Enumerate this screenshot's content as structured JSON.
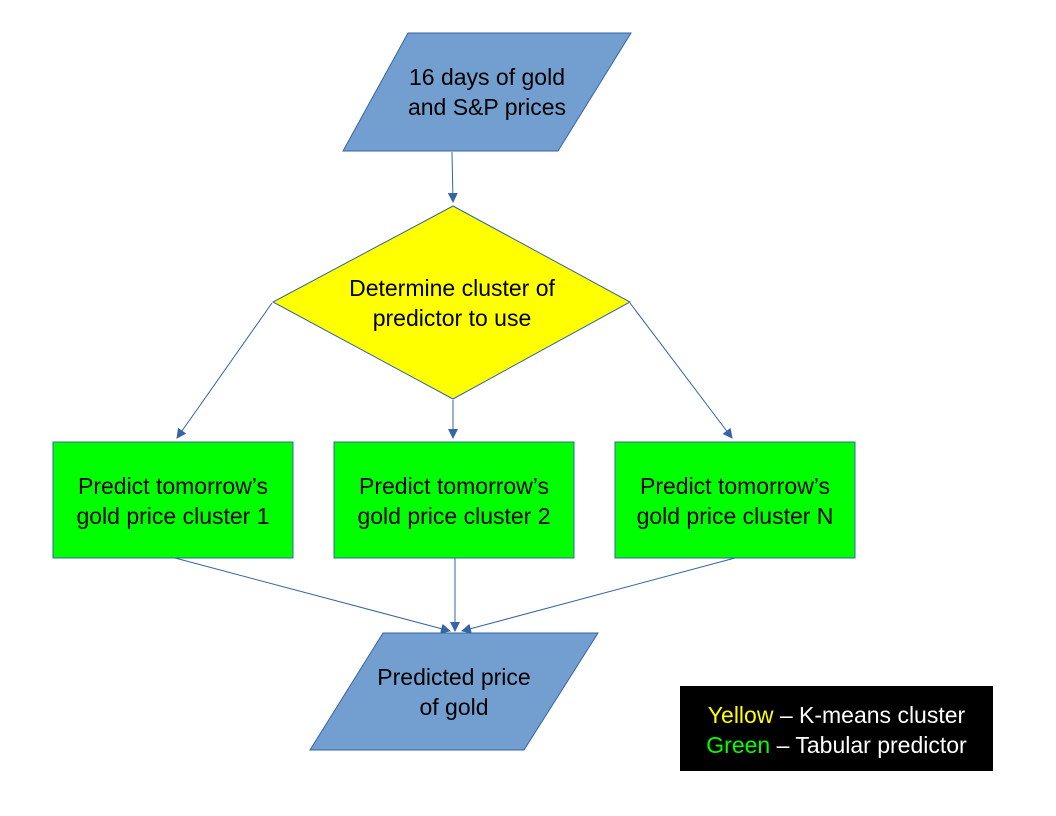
{
  "colors": {
    "io_fill": "#729fcf",
    "io_stroke": "#3465a4",
    "decision_fill": "#ffff00",
    "process_fill": "#00ff00",
    "edge": "#3465a4",
    "legend_bg": "#000000",
    "legend_text": "#ffffff"
  },
  "nodes": {
    "input": {
      "line1": "16 days of gold",
      "line2": "and S&P prices"
    },
    "decision": {
      "line1": "Determine cluster of",
      "line2": "predictor to use"
    },
    "predictor1": {
      "line1": "Predict tomorrow’s",
      "line2": "gold price cluster 1"
    },
    "predictor2": {
      "line1": "Predict tomorrow’s",
      "line2": "gold price cluster 2"
    },
    "predictorN": {
      "line1": "Predict tomorrow’s",
      "line2": "gold price cluster N"
    },
    "output": {
      "line1": "Predicted price",
      "line2": "of gold"
    }
  },
  "edges": [
    {
      "from": "input",
      "to": "decision"
    },
    {
      "from": "decision",
      "to": "predictor1"
    },
    {
      "from": "decision",
      "to": "predictor2"
    },
    {
      "from": "decision",
      "to": "predictorN"
    },
    {
      "from": "predictor1",
      "to": "output"
    },
    {
      "from": "predictor2",
      "to": "output"
    },
    {
      "from": "predictorN",
      "to": "output"
    }
  ],
  "legend": {
    "yellow_word": "Yellow",
    "yellow_desc": " – K-means cluster",
    "green_word": "Green",
    "green_desc": " – Tabular predictor",
    "yellow_color": "#ffff00",
    "green_color": "#00ff00"
  }
}
